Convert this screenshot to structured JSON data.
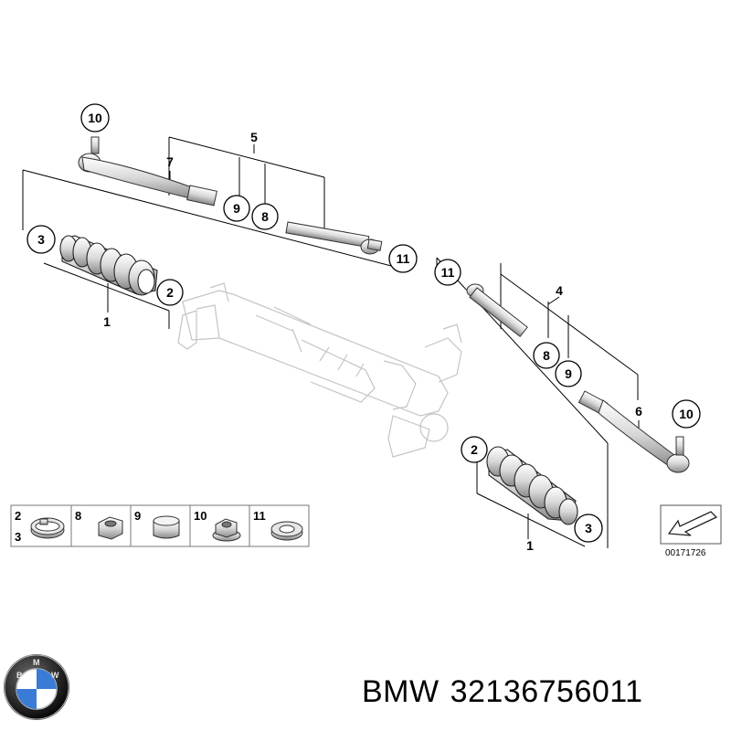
{
  "callouts": {
    "c10a": "10",
    "c7": "7",
    "c5": "5",
    "c9a": "9",
    "c8a": "8",
    "c3a": "3",
    "c11a": "11",
    "c2a": "2",
    "c1a": "1",
    "c11b": "11",
    "c4": "4",
    "c8b": "8",
    "c9b": "9",
    "c6": "6",
    "c10b": "10",
    "c2b": "2",
    "c3b": "3",
    "c1b": "1"
  },
  "legend": {
    "cells": [
      {
        "num": "2",
        "num2": "3"
      },
      {
        "num": "8"
      },
      {
        "num": "9"
      },
      {
        "num": "10"
      },
      {
        "num": "11"
      }
    ]
  },
  "reference": {
    "code": "00171726"
  },
  "caption": {
    "brand": "BMW",
    "part_number": "32136756011"
  },
  "logo": {
    "letters": [
      "B",
      "M",
      "W"
    ]
  }
}
